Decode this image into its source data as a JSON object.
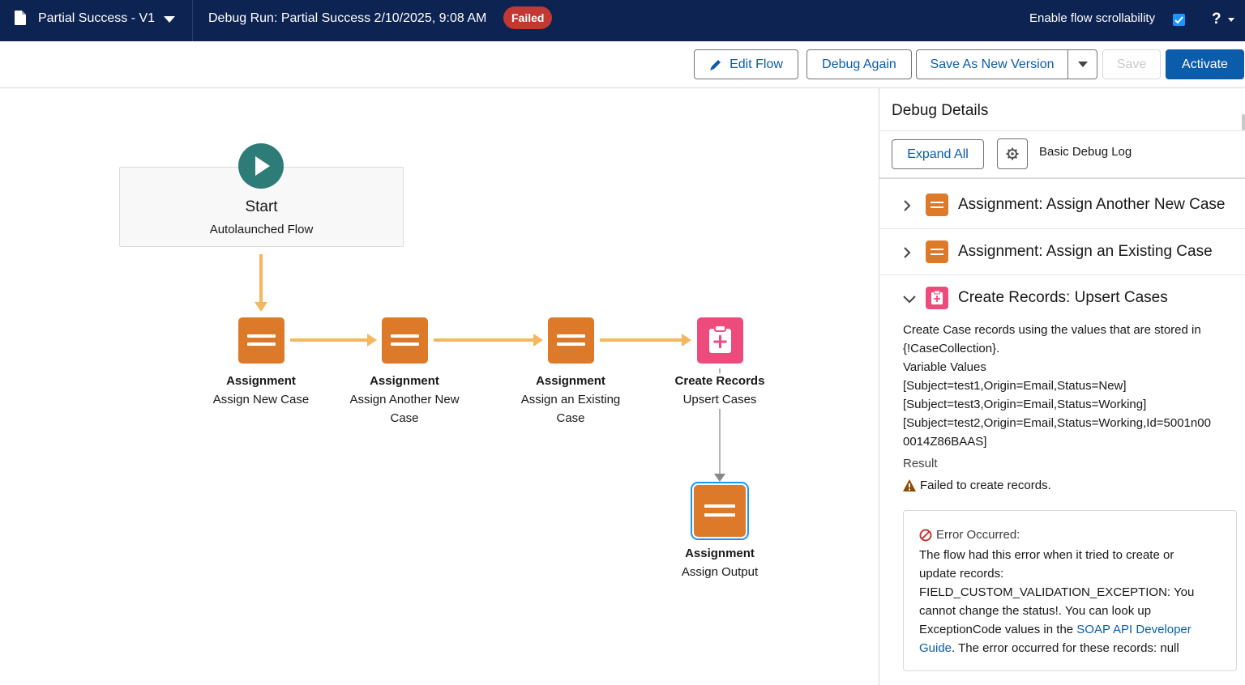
{
  "topbar": {
    "flow_title": "Partial Success - V1",
    "run_title": "Debug Run: Partial Success 2/10/2025, 9:08 AM",
    "status_badge": "Failed",
    "scroll_label": "Enable flow scrollability",
    "scroll_checked": true,
    "help_label": "?"
  },
  "toolbar": {
    "edit_flow": "Edit Flow",
    "debug_again": "Debug Again",
    "save_as_new": "Save As New Version",
    "save": "Save",
    "activate": "Activate"
  },
  "canvas": {
    "start": {
      "title": "Start",
      "subtitle": "Autolaunched Flow"
    },
    "nodes": [
      {
        "type": "Assignment",
        "label": "Assign New Case",
        "icon": "assignment-icon"
      },
      {
        "type": "Assignment",
        "label": "Assign Another New Case",
        "icon": "assignment-icon"
      },
      {
        "type": "Assignment",
        "label": "Assign an Existing Case",
        "icon": "assignment-icon"
      },
      {
        "type": "Create Records",
        "label": "Upsert Cases",
        "icon": "create-records-icon"
      },
      {
        "type": "Assignment",
        "label": "Assign Output",
        "icon": "assignment-icon",
        "selected": true
      }
    ]
  },
  "panel": {
    "title": "Debug Details",
    "expand_all": "Expand All",
    "log_label": "Basic Debug Log",
    "sections": [
      {
        "title": "Assignment: Assign Another New Case",
        "expanded": false
      },
      {
        "title": "Assignment: Assign an Existing Case",
        "expanded": false
      },
      {
        "title": "Create Records: Upsert Cases",
        "expanded": true
      }
    ],
    "detail": {
      "line1": "Create Case records using the values that are stored in",
      "line2": "{!CaseCollection}.",
      "var_label": "Variable Values",
      "v1": "[Subject=test1,Origin=Email,Status=New]",
      "v2": "[Subject=test3,Origin=Email,Status=Working]",
      "v3a": "[Subject=test2,Origin=Email,Status=Working,Id=5001n00",
      "v3b": "0014Z86BAAS]",
      "result_label": "Result",
      "result_text": "Failed to create records."
    },
    "error": {
      "heading": "Error Occurred:",
      "l1": "The flow had this error when it tried to create or",
      "l2": "update records:",
      "l3": "FIELD_CUSTOM_VALIDATION_EXCEPTION: You",
      "l4": "cannot change the status!. You can look up",
      "l5a": "ExceptionCode values in the ",
      "l5link": "SOAP API Developer",
      "l6link": "Guide",
      "l6b": ". The error occurred for these records: null"
    }
  }
}
